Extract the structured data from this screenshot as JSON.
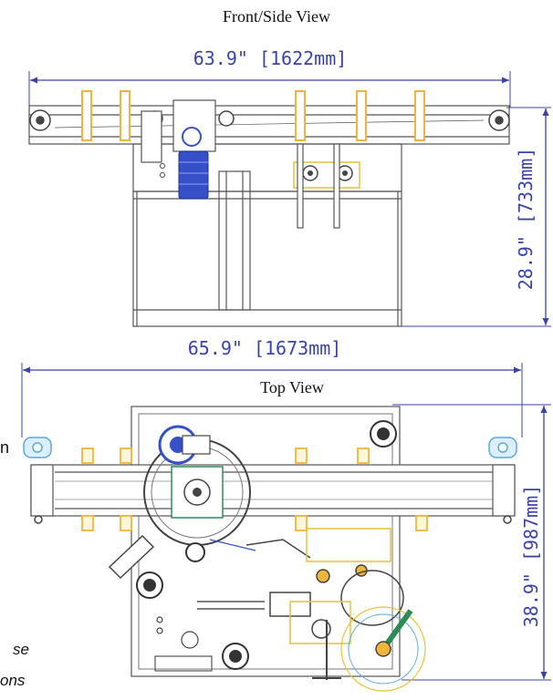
{
  "front_view": {
    "title": "Front/Side View",
    "width_dim": "63.9\"  [1622mm]",
    "height_dim": "28.9\"  [733mm]"
  },
  "top_view": {
    "title": "Top View",
    "width_dim": "65.9\"  [1673mm]",
    "height_dim": "38.9\"  [987mm]"
  },
  "cut_off_text": {
    "left_fragment": "n",
    "bottom_line1": "se",
    "bottom_line2": "ons"
  },
  "colors": {
    "dimension": "#3a44a8",
    "frame": "#555555",
    "bracket": "#f0b53a",
    "motor": "#3550c8",
    "caster": "#5aa8e0",
    "tamp": "#e6c23a",
    "applicator": "#444444"
  }
}
